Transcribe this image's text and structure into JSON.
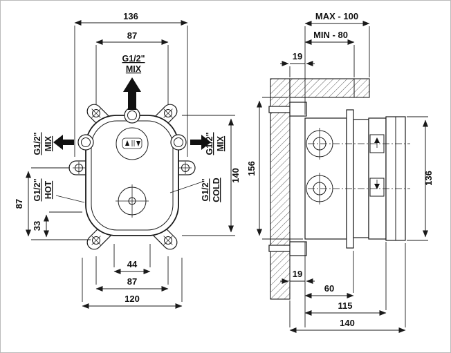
{
  "front_view": {
    "dims": {
      "overall_width": "136",
      "top_ports_width": "87",
      "right_height": "140",
      "left_height": "87",
      "bottom_offset": "33",
      "bottom_inner_width": "44",
      "bottom_ports_width": "87",
      "bottom_width": "120"
    },
    "ports": {
      "top_mix": [
        "G1/2\"",
        "MIX"
      ],
      "left_mix": [
        "G1/2\"",
        "MIX"
      ],
      "right_mix": [
        "G1/2\"",
        "MIX"
      ],
      "hot": [
        "G1/2\"",
        "HOT"
      ],
      "cold": [
        "G1/2\"",
        "COLD"
      ]
    }
  },
  "side_view": {
    "dims": {
      "depth_max": "MAX - 100",
      "depth_min": "MIN - 80",
      "top_inset": "19",
      "body_height": "156",
      "guard_height": "136",
      "bottom_inset": "19",
      "body_depth": "60",
      "mid_depth": "115",
      "total_depth": "140"
    }
  },
  "colors": {
    "line": "#1a1a1a",
    "background": "#ffffff"
  }
}
